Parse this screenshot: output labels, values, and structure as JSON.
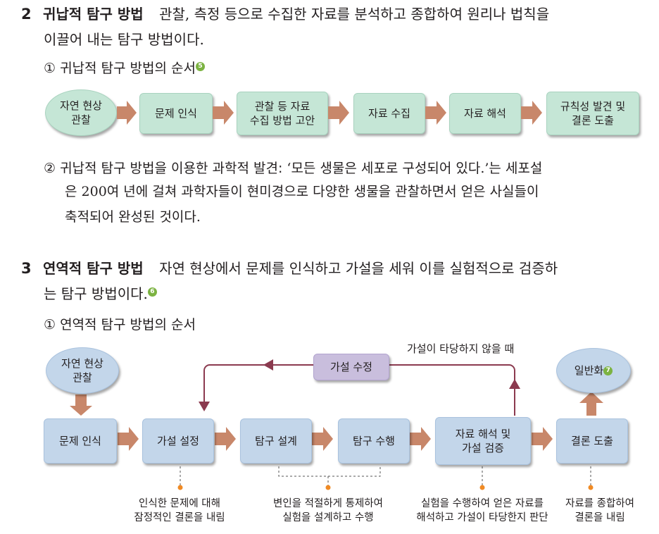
{
  "section2": {
    "number": "2",
    "title": "귀납적 탐구 방법",
    "desc_line1": "관찰, 측정 등으로 수집한 자료를 분석하고 종합하여 원리나 법칙을",
    "desc_line2": "이끌어 내는 탐구 방법이다.",
    "sub1": "① 귀납적 탐구 방법의 순서",
    "sub1_badge": "5",
    "flow": {
      "start": [
        "자연 현상",
        "관찰"
      ],
      "step1": "문제 인식",
      "step2": [
        "관찰 등 자료",
        "수집 방법 고안"
      ],
      "step3": "자료 수집",
      "step4": "자료 해석",
      "step5": [
        "규칙성 발견 및",
        "결론 도출"
      ]
    },
    "sub2_line1_lead": "② 귀납적 탐구 방법을 이용한 과학적 발견:",
    "sub2_line1_rest": "‘모든 생물은 세포로 구성되어 있다.’는 세포설",
    "sub2_line2": "은 200여 년에 걸쳐 과학자들이 현미경으로 다양한 생물을 관찰하면서 얻은 사실들이",
    "sub2_line3": "축적되어 완성된 것이다."
  },
  "section3": {
    "number": "3",
    "title": "연역적 탐구 방법",
    "desc_line1": "자연 현상에서 문제를 인식하고 가설을 세워 이를 실험적으로 검증하",
    "desc_line2": "는 탐구 방법이다.",
    "desc_badge": "6",
    "sub1": "① 연역적 탐구 방법의 순서",
    "flow": {
      "start": [
        "자연 현상",
        "관찰"
      ],
      "step1": "문제 인식",
      "step2": "가설 설정",
      "step3": "탐구 설계",
      "step4": "탐구 수행",
      "step5": [
        "자료 해석 및",
        "가설 검증"
      ],
      "step6": "결론 도출",
      "general": "일반화",
      "general_badge": "7",
      "revise": "가설 수정",
      "loop_label": "가설이 타당하지 않을 때"
    },
    "notes": {
      "n1": [
        "인식한 문제에 대해",
        "잠정적인 결론을 내림"
      ],
      "n2": [
        "변인을 적절하게 통제하여",
        "실험을 설계하고 수행"
      ],
      "n3": [
        "실험을 수행하여 얻은 자료를",
        "해석하고 가설이 타당한지 판단"
      ],
      "n4": [
        "자료를 종합하여",
        "결론을 내림"
      ]
    }
  },
  "colors": {
    "green_box": "#c5e6d6",
    "blue_box": "#c3d6ea",
    "purple_box": "#c9bedd",
    "arrow_fill": "#c8876a",
    "loop_line": "#8b3a4f",
    "badge": "#7cb342",
    "note_dot": "#f08a24"
  }
}
